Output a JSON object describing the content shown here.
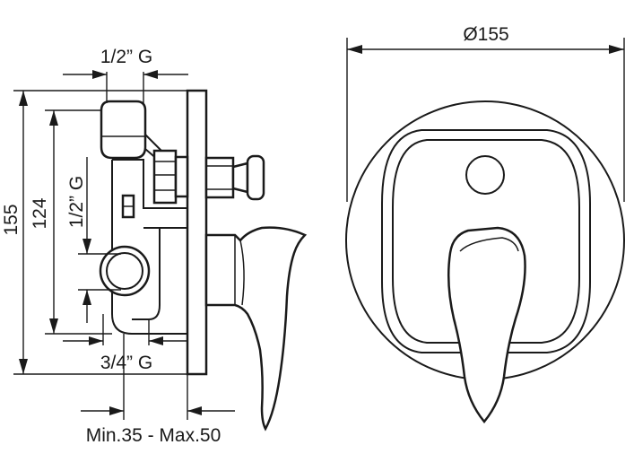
{
  "dimensions": {
    "thread_top": "1/2” G",
    "thread_side": "1/2” G",
    "thread_bottom": "3/4” G",
    "overall_height": "155",
    "inner_height": "124",
    "diameter": "Ø155",
    "depth_range": "Min.35 - Max.50"
  },
  "colors": {
    "line": "#1a1a1a",
    "background": "#ffffff"
  }
}
